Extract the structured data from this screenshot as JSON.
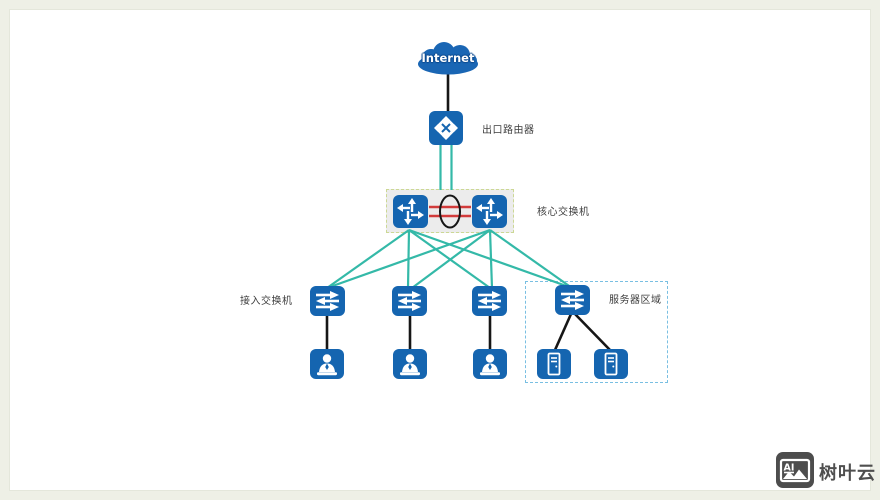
{
  "diagram": {
    "internet": {
      "label": "Internet"
    },
    "router": {
      "label": "出口路由器"
    },
    "core": {
      "label": "核心交换机",
      "switch_count": 2
    },
    "access": {
      "label": "接入交换机",
      "switch_count": 3
    },
    "server_area": {
      "label": "服务器区域",
      "switch_count": 1,
      "server_count": 2
    },
    "users": {
      "count": 3
    },
    "colors": {
      "node_blue": "#1565b0",
      "cloud_blue": "#1a66b4",
      "link_teal": "#34b9a8",
      "link_red": "#d23b3b",
      "link_black": "#161616",
      "core_zone_fill": "#ececec",
      "core_zone_border": "#ccd894",
      "server_zone_border": "#79bfe2"
    }
  },
  "watermark": {
    "logo_text": "AI",
    "brand": "树叶云"
  }
}
